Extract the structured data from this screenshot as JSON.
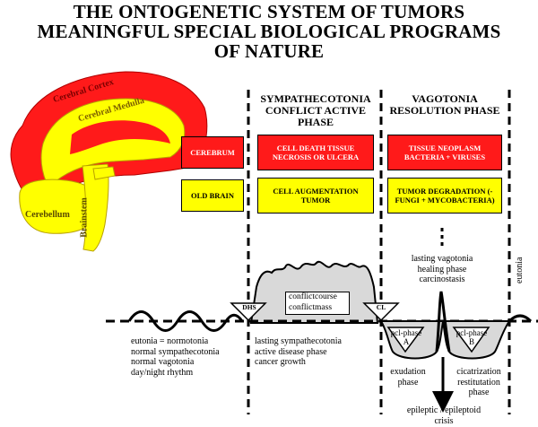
{
  "title": {
    "line1": "THE ONTOGENETIC SYSTEM OF TUMORS",
    "line2": "MEANINGFUL SPECIAL BIOLOGICAL PROGRAMS",
    "line3": "OF NATURE"
  },
  "brain": {
    "cortex": "Cerebral Cortex",
    "medulla": "Cerebral Medulla",
    "cerebellum": "Cerebellum",
    "brainstem": "Brainstem",
    "colors": {
      "cortex": "#ff1a1a",
      "medulla": "#ffff00"
    }
  },
  "phases": {
    "sympathicotonia": {
      "line1": "SYMPATHECOTONIA",
      "line2": "CONFLICT ACTIVE",
      "line3": "PHASE"
    },
    "vagotonia": {
      "line1": "VAGOTONIA",
      "line2": "RESOLUTION PHASE"
    }
  },
  "rows": {
    "cerebrum": {
      "label": "CEREBRUM",
      "active": "CELL DEATH TISSUE NECROSIS OR ULCERA",
      "resolution": "TISSUE NEOPLASM BACTERIA + VIRUSES"
    },
    "old_brain": {
      "label": "OLD BRAIN",
      "active": "CELL AUGMENTATION TUMOR",
      "resolution": "TUMOR DEGRADATION (- FUNGI + MYCOBACTERIA)"
    }
  },
  "curve": {
    "conflict_box": {
      "line1": "conflictcourse",
      "line2": "conflictmass"
    },
    "dhs": "DHS",
    "cl": "CL",
    "pcl_a": {
      "label": "pcl-phase",
      "letter": "A"
    },
    "pcl_b": {
      "label": "pcl-phase",
      "letter": "B"
    },
    "eutonia_vertical": "eutonia",
    "healing": {
      "line1": "lasting vagotonia",
      "line2": "healing phase",
      "line3": "carcinostasis"
    }
  },
  "notes": {
    "normal": [
      "eutonia = normotonia",
      "normal sympathecotonia",
      "normal vagotonia",
      "day/night rhythm"
    ],
    "active": [
      "lasting sympathecotonia",
      "active disease phase",
      "cancer growth"
    ],
    "exudation": [
      "exudation",
      "phase"
    ],
    "cicatrization": [
      "cicatrization",
      "restitutation",
      "phase"
    ],
    "crisis": [
      "epileptic / epileptoid",
      "crisis"
    ]
  },
  "colors": {
    "red": "#ff1a1a",
    "yellow": "#ffff00",
    "gray": "#d9d9d9"
  }
}
